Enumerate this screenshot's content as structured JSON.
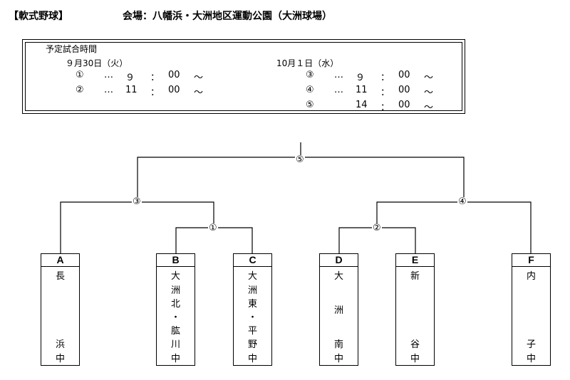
{
  "header": {
    "category": "【軟式野球】",
    "venue": "会場：八幡浜・大洲地区運動公園（大洲球場）"
  },
  "schedule": {
    "title": "予定試合時間",
    "day1": {
      "date": "９月30日（火）",
      "games": [
        {
          "num": "①",
          "dots": "…",
          "h": "９",
          "colon": "：",
          "m": "00",
          "tilde": "～"
        },
        {
          "num": "②",
          "dots": "…",
          "h": "11",
          "colon": "：",
          "m": "00",
          "tilde": "～"
        }
      ]
    },
    "day2": {
      "date": "10月１日（水）",
      "games": [
        {
          "num": "③",
          "dots": "…",
          "h": "９",
          "colon": "：",
          "m": "00",
          "tilde": "～"
        },
        {
          "num": "④",
          "dots": "…",
          "h": "11",
          "colon": "：",
          "m": "00",
          "tilde": "～"
        },
        {
          "num": "⑤",
          "dots": "",
          "h": "14",
          "colon": "：",
          "m": "00",
          "tilde": "～"
        }
      ]
    }
  },
  "bracket": {
    "teams": [
      {
        "letter": "A",
        "chars": [
          "長",
          "浜",
          "中"
        ]
      },
      {
        "letter": "B",
        "chars": [
          "大",
          "洲",
          "北",
          "・",
          "肱",
          "川",
          "中"
        ]
      },
      {
        "letter": "C",
        "chars": [
          "大",
          "洲",
          "東",
          "・",
          "平",
          "野",
          "中"
        ]
      },
      {
        "letter": "D",
        "chars": [
          "大",
          "洲",
          "南",
          "中"
        ]
      },
      {
        "letter": "E",
        "chars": [
          "新",
          "谷",
          "中"
        ]
      },
      {
        "letter": "F",
        "chars": [
          "内",
          "子",
          "中"
        ]
      }
    ],
    "games": {
      "g1": "①",
      "g2": "②",
      "g3": "③",
      "g4": "④",
      "g5": "⑤"
    }
  }
}
